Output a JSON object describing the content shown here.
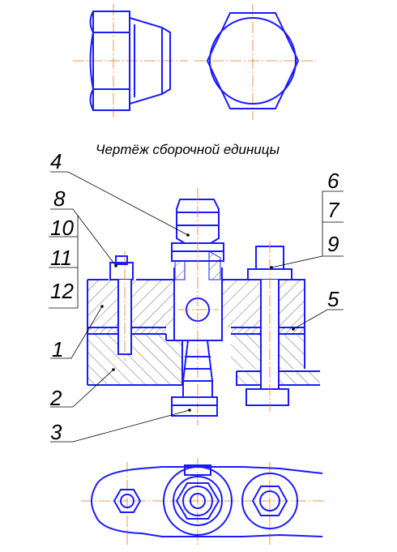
{
  "title": "Чертёж сборочной единицы",
  "callouts": [
    "1",
    "2",
    "3",
    "4",
    "5",
    "6",
    "7",
    "8",
    "9",
    "10",
    "11",
    "12"
  ],
  "colors": {
    "outline": "#1a1aff",
    "centerline": "#e87a1c",
    "hatch": "#000000",
    "text": "#000000"
  }
}
